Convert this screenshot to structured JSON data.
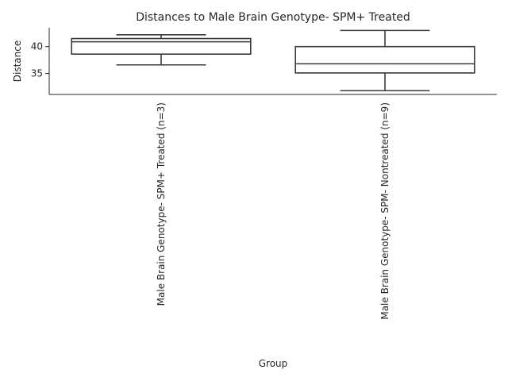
{
  "chart_data": {
    "type": "box",
    "title": "Distances to Male Brain Genotype- SPM+ Treated",
    "xlabel": "Group",
    "ylabel": "Distance",
    "ylim": [
      31.1,
      43.5
    ],
    "yticks": [
      35,
      40
    ],
    "grid": false,
    "categories": [
      "Male Brain Genotype- SPM+ Treated (n=3)",
      "Male Brain Genotype- SPM- Nontreated (n=9)"
    ],
    "boxes": [
      {
        "whisker_low": 36.6,
        "q1": 38.6,
        "median": 40.9,
        "q3": 41.5,
        "whisker_high": 42.2
      },
      {
        "whisker_low": 31.8,
        "q1": 35.1,
        "median": 36.8,
        "q3": 40.0,
        "whisker_high": 43.0
      }
    ],
    "colors": {
      "line": "#3a3a3a",
      "axis": "#262626",
      "box_fill": "#ffffff"
    }
  }
}
